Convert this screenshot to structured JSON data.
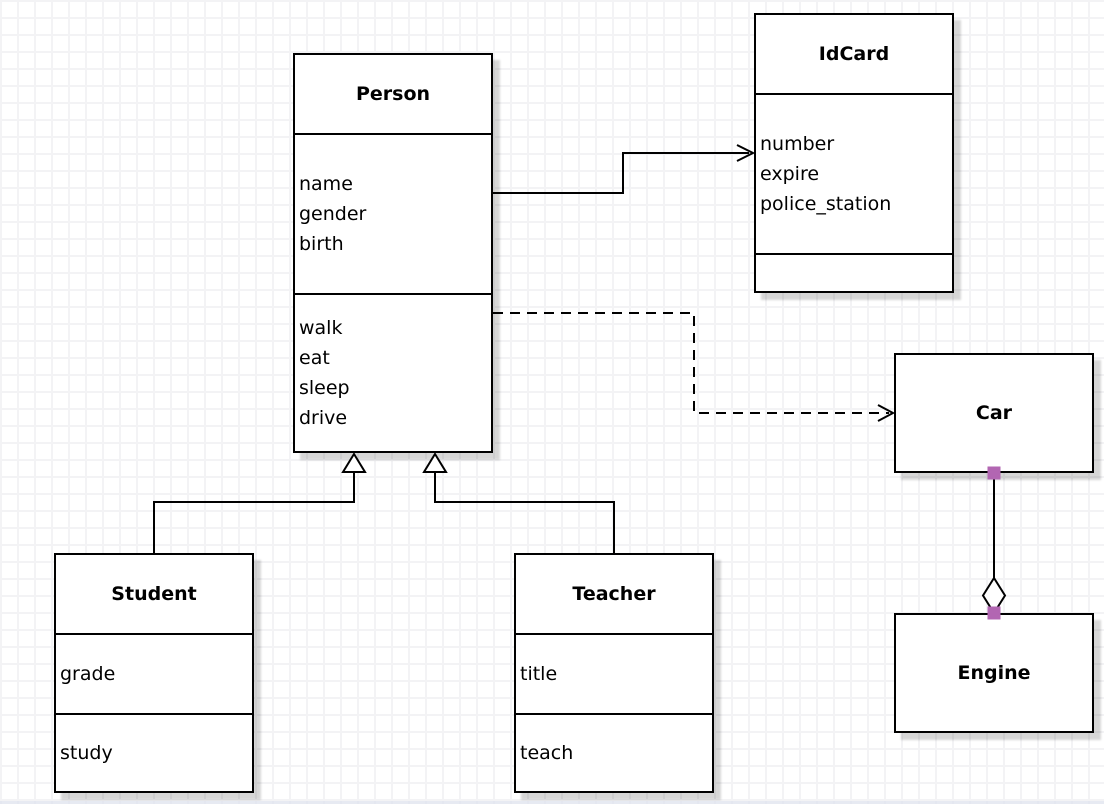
{
  "diagram": {
    "classes": {
      "person": {
        "title": "Person",
        "attributes": [
          "name",
          "gender",
          "birth"
        ],
        "methods": [
          "walk",
          "eat",
          "sleep",
          "drive"
        ]
      },
      "idcard": {
        "title": "IdCard",
        "attributes": [
          "number",
          "expire",
          "police_station"
        ],
        "methods": []
      },
      "car": {
        "title": "Car",
        "attributes": [],
        "methods": []
      },
      "engine": {
        "title": "Engine",
        "attributes": [],
        "methods": []
      },
      "student": {
        "title": "Student",
        "attributes": [
          "grade"
        ],
        "methods": [
          "study"
        ]
      },
      "teacher": {
        "title": "Teacher",
        "attributes": [
          "title"
        ],
        "methods": [
          "teach"
        ]
      }
    },
    "relationships": [
      {
        "type": "association",
        "from": "Person",
        "to": "IdCard",
        "line": "solid",
        "marker": "open-arrow"
      },
      {
        "type": "dependency",
        "from": "Person",
        "to": "Car",
        "line": "dashed",
        "marker": "open-arrow"
      },
      {
        "type": "generalization",
        "from": "Student",
        "to": "Person",
        "line": "solid",
        "marker": "hollow-triangle"
      },
      {
        "type": "generalization",
        "from": "Teacher",
        "to": "Person",
        "line": "solid",
        "marker": "hollow-triangle"
      },
      {
        "type": "aggregation",
        "from": "Car",
        "to": "Engine",
        "line": "solid",
        "marker": "hollow-diamond"
      }
    ],
    "colors": {
      "stroke": "#000000",
      "box_fill": "#ffffff",
      "endpoint_handle": "#b266b2",
      "grid_line": "#f3f3f5"
    }
  }
}
